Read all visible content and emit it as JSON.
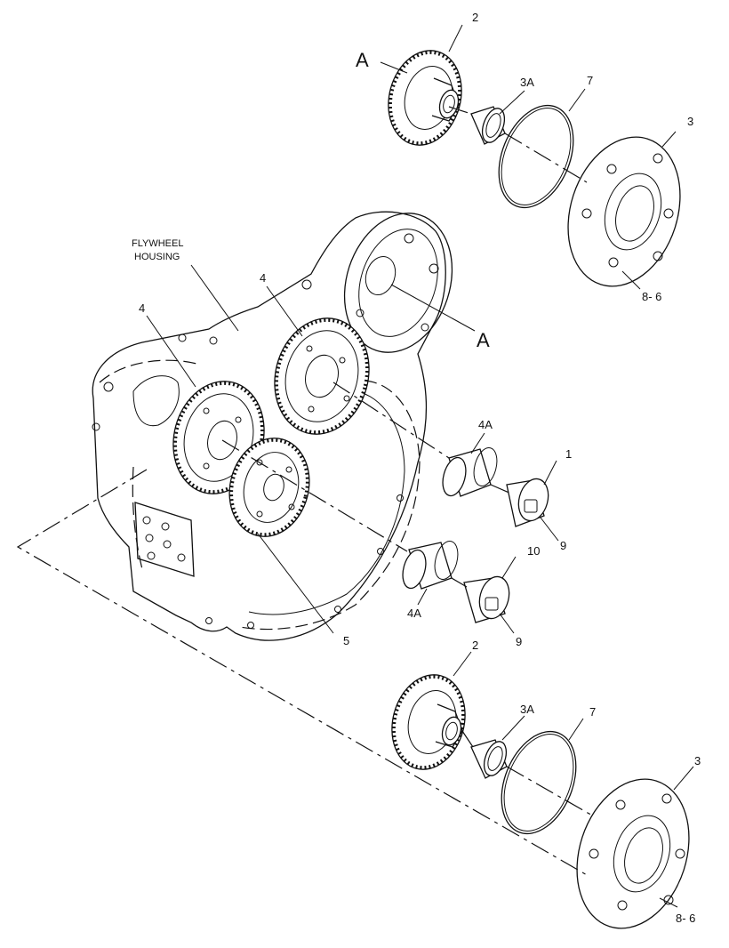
{
  "labels": {
    "top_gear": "2",
    "top_bearing": "3A",
    "top_oring": "7",
    "top_cover": "3",
    "top_bolts": "8- 6",
    "ref_a_top": "A",
    "ref_a_housing": "A",
    "flywheel_line1": "FLYWHEEL",
    "flywheel_line2": "HOUSING",
    "gear_right": "4",
    "gear_left": "4",
    "idler_gear": "5",
    "sleeve_upper": "4A",
    "sleeve_lower": "4A",
    "shaft_upper": "1",
    "shaft_lower": "10",
    "nut_upper": "9",
    "nut_lower": "9",
    "bot_gear": "2",
    "bot_bearing": "3A",
    "bot_oring": "7",
    "bot_cover": "3",
    "bot_bolts": "8- 6"
  }
}
